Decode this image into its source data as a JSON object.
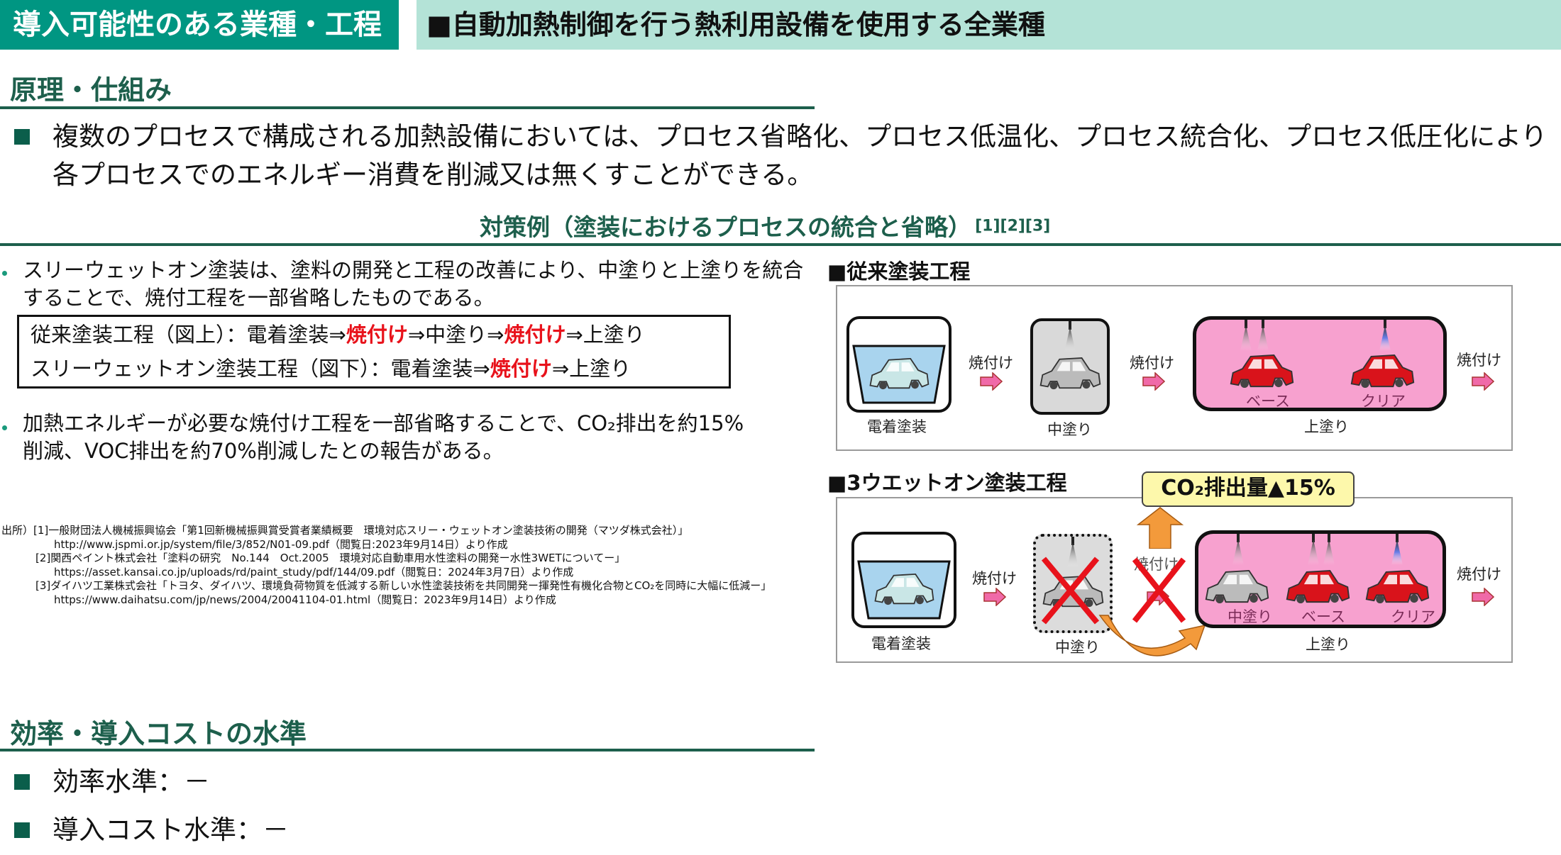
{
  "header": {
    "left_title": "導入可能性のある業種・工程",
    "right_title": "■自動加熱制御を行う熱利用設備を使用する全業種"
  },
  "principle": {
    "title": "原理・仕組み",
    "lines": [
      "複数のプロセスで構成される加熱設備においては、プロセス省略化、プロセス低温化、プロセス統合化、プロセス低圧化により",
      "各プロセスでのエネルギー消費を削減又は無くすことができる。"
    ]
  },
  "example": {
    "title": "対策例（塗装におけるプロセスの統合と省略）",
    "refs": "[1][2][3]",
    "bullet1": [
      "スリーウェットオン塗装は、塗料の開発と工程の改善により、中塗りと上塗りを統合",
      "することで、焼付工程を一部省略したものである。"
    ],
    "box": {
      "row1": [
        "従来塗装工程（図上）：電着塗装⇒",
        "焼付け",
        "⇒中塗り⇒",
        "焼付け",
        "⇒上塗り"
      ],
      "row2": [
        "スリーウェットオン塗装工程（図下）：電着塗装⇒",
        "焼付け",
        "⇒上塗り"
      ]
    },
    "bullet2": [
      "加熱エネルギーが必要な焼付け工程を一部省略することで、CO₂排出を約15%",
      "削減、VOC排出を約70%削減したとの報告がある。"
    ]
  },
  "references": [
    "出所）[1]一般財団法人機械振興協会「第1回新機械振興賞受賞者業績概要　環境対応スリー・ウェットオン塗装技術の開発（マツダ株式会社）」",
    "http://www.jspmi.or.jp/system/file/3/852/N01-09.pdf（閲覧日:2023年9月14日）より作成",
    "[2]関西ペイント株式会社「塗料の研究　No.144　Oct.2005　環境対応自動車用水性塗料の開発ー水性3WETについてー」",
    "https://asset.kansai.co.jp/uploads/rd/paint_study/pdf/144/09.pdf（閲覧日：2024年3月7日）より作成",
    "[3]ダイハツ工業株式会社「トヨタ、ダイハツ、環境負荷物質を低減する新しい水性塗装技術を共同開発ー揮発性有機化合物とCO₂を同時に大幅に低減ー」",
    "https://www.daihatsu.com/jp/news/2004/20041104-01.html（閲覧日：2023年9月14日）より作成"
  ],
  "diagram": {
    "conventional": {
      "title": "■従来塗装工程",
      "ed": "電着塗装",
      "bake": "焼付け",
      "mid": "中塗り",
      "top": "上塗り",
      "base": "ベース",
      "clear": "クリア"
    },
    "three_wet": {
      "title": "■3ウエットオン塗装工程",
      "co2_badge": "CO₂排出量▲15%",
      "ed": "電着塗装",
      "bake": "焼付け",
      "mid": "中塗り",
      "top": "上塗り",
      "mid_in": "中塗り",
      "base": "ベース",
      "clear": "クリア"
    },
    "colors": {
      "booth": "#f7a1cf",
      "car_red": "#d9131b",
      "cross": "#e8121b",
      "arrow_pink": "#f06aa8",
      "arrow_orange": "#f39a3b"
    }
  },
  "efficiency": {
    "title": "効率・導入コストの水準",
    "items": [
      "効率水準：－",
      "導入コスト水準：－"
    ]
  }
}
